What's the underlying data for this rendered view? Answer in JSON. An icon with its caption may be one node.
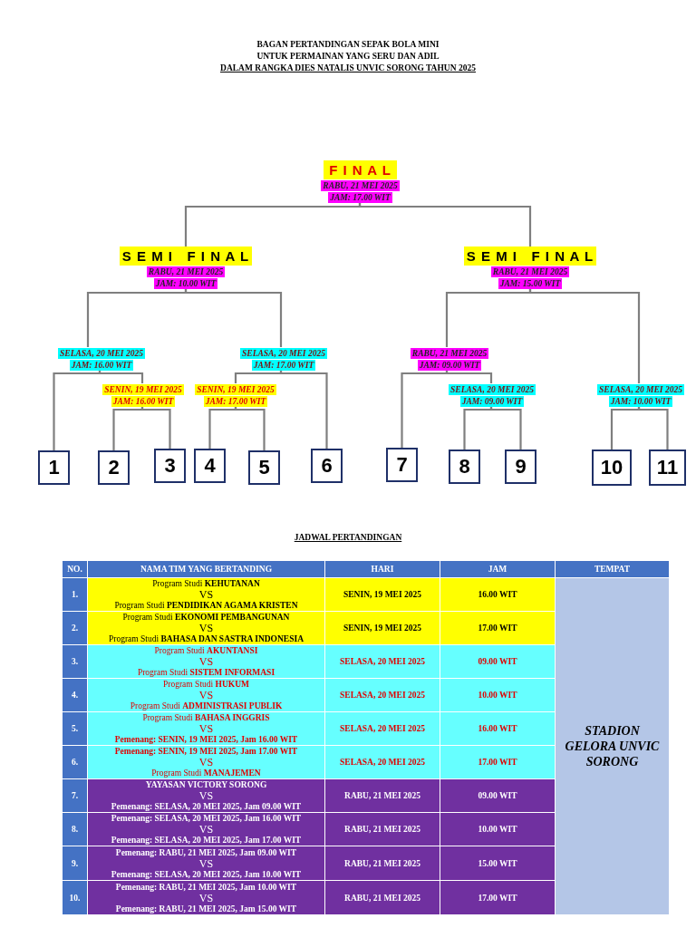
{
  "diagram": {
    "nodes": [
      {
        "text": [
          "F I N A L",
          "RABU, 21 MEI 2025",
          "JAM: 17.00 WIT"
        ]
      },
      {
        "text": [
          "S E M I   F I N A L",
          "RABU, 21 MEI 2025",
          "JAM: 10.00 WIT"
        ]
      },
      {
        "text": [
          "S E M I   F I N A L",
          "RABU, 21 MEI 2025",
          "JAM: 15.00 WIT"
        ]
      },
      {
        "text": [
          "SELASA, 20 MEI 2025",
          "JAM: 16.00 WIT"
        ]
      },
      {
        "text": [
          "SENIN, 19 MEI 2025",
          "JAM: 16.00 WIT"
        ]
      },
      {
        "text": [
          "SELASA, 20 MEI 2025",
          "JAM: 17.00 WIT"
        ]
      },
      {
        "text": [
          "SENIN, 19 MEI 2025",
          "JAM: 17.00 WIT"
        ]
      },
      {
        "text": [
          "RABU, 21 MEI 2025",
          "JAM: 09.00 WIT"
        ]
      },
      {
        "text": [
          "SELASA, 20 MEI 2025",
          "JAM: 09.00 WIT"
        ]
      },
      {
        "text": [
          "SELASA, 20 MEI 2025",
          "JAM: 10.00 WIT"
        ]
      },
      {
        "text": [
          "1"
        ]
      },
      {
        "text": [
          "2"
        ]
      },
      {
        "text": [
          "3"
        ]
      },
      {
        "text": [
          "4"
        ]
      },
      {
        "text": [
          "5"
        ]
      },
      {
        "text": [
          "6"
        ]
      },
      {
        "text": [
          "7"
        ]
      },
      {
        "text": [
          "8"
        ]
      },
      {
        "text": [
          "9"
        ]
      },
      {
        "text": [
          "10"
        ]
      },
      {
        "text": [
          "11"
        ]
      }
    ],
    "edges": [
      {
        "from": 0,
        "to": 1,
        "arrow": "none"
      },
      {
        "from": 0,
        "to": 2,
        "arrow": "none"
      },
      {
        "from": 1,
        "to": 3,
        "arrow": "none"
      },
      {
        "from": 1,
        "to": 5,
        "arrow": "none"
      },
      {
        "from": 2,
        "to": 7,
        "arrow": "none"
      },
      {
        "from": 2,
        "to": 9,
        "arrow": "none"
      },
      {
        "from": 3,
        "to": 10,
        "arrow": "none"
      },
      {
        "from": 3,
        "to": 4,
        "arrow": "none"
      },
      {
        "from": 4,
        "to": 11,
        "arrow": "none"
      },
      {
        "from": 4,
        "to": 12,
        "arrow": "none"
      },
      {
        "from": 5,
        "to": 6,
        "arrow": "none"
      },
      {
        "from": 5,
        "to": 15,
        "arrow": "none"
      },
      {
        "from": 6,
        "to": 13,
        "arrow": "none"
      },
      {
        "from": 6,
        "to": 14,
        "arrow": "none"
      },
      {
        "from": 7,
        "to": 16,
        "arrow": "none"
      },
      {
        "from": 7,
        "to": 8,
        "arrow": "none"
      },
      {
        "from": 8,
        "to": 17,
        "arrow": "none"
      },
      {
        "from": 8,
        "to": 18,
        "arrow": "none"
      },
      {
        "from": 9,
        "to": 19,
        "arrow": "none"
      },
      {
        "from": 9,
        "to": 20,
        "arrow": "none"
      }
    ],
    "labels": [
      "BAGAN PERTANDINGAN SEPAK BOLA MINI",
      "UNTUK PERMAINAN YANG SERU DAN ADIL",
      "DALAM RANGKA DIES NATALIS UNVIC SORONG TAHUN 2025",
      "JADWAL PERTANDINGAN",
      "NO.",
      "NAMA TIM YANG BERTANDING",
      "HARI",
      "JAM",
      "TEMPAT",
      "1.",
      "Program Studi **KEHUTANAN**",
      "VS",
      "Program Studi **PENDIDIKAN AGAMA KRISTEN**",
      "SENIN, 19 MEI 2025",
      "16.00 WIT",
      "STADION GELORA UNVIC SORONG",
      "2.",
      "Program Studi **EKONOMI PEMBANGUNAN**",
      "VS",
      "Program Studi **BAHASA DAN SASTRA INDONESIA**",
      "SENIN, 19 MEI 2025",
      "17.00 WIT",
      "3.",
      "Program Studi **AKUNTANSI**",
      "VS",
      "Program Studi **SISTEM INFORMASI**",
      "SELASA, 20 MEI 2025",
      "09.00 WIT",
      "4.",
      "Program Studi **HUKUM**",
      "VS",
      "Program Studi **ADMINISTRASI PUBLIK**",
      "SELASA, 20 MEI 2025",
      "10.00 WIT",
      "5.",
      "Program Studi **BAHASA INGGRIS**",
      "VS",
      "Pemenang: SENIN, 19 MEI 2025, Jam 16.00 WIT",
      "SELASA, 20 MEI 2025",
      "16.00 WIT",
      "6.",
      "Pemenang: SENIN, 19 MEI 2025, Jam 17.00 WIT",
      "VS",
      "Program Studi **MANAJEMEN**",
      "SELASA, 20 MEI 2025",
      "17.00 WIT",
      "7.",
      "YAYASAN VICTORY SORONG",
      "VS",
      "Pemenang: SELASA, 20 MEI 2025, Jam 09.00 WIT",
      "RABU, 21 MEI 2025",
      "09.00 WIT",
      "8.",
      "Pemenang: SELASA, 20 MEI 2025, Jam 16.00 WIT",
      "VS",
      "Pemenang: SELASA, 20 MEI 2025, Jam 17.00 WIT",
      "RABU, 21 MEI 2025",
      "10.00 WIT",
      "9.",
      "Pemenang: RABU, 21 MEI 2025, Jam 09.00 WIT",
      "VS",
      "Pemenang: SELASA, 20 MEI 2025, Jam 10.00 WIT",
      "RABU, 21 MEI 2025",
      "15.00 WIT",
      "10.",
      "Pemenang: RABU, 21 MEI 2025, Jam 10.00 WIT",
      "VS",
      "Pemenang: RABU, 21 MEI 2025, Jam 15.00 WIT",
      "RABU, 21 MEI 2025",
      "17.00 WIT"
    ]
  }
}
